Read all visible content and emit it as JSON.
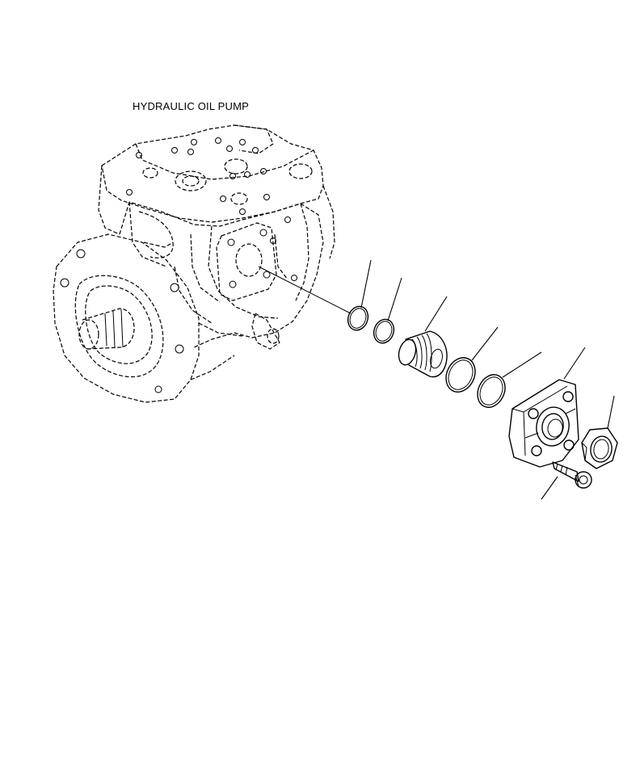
{
  "diagram": {
    "title": "HYDRAULIC OIL PUMP",
    "assembly": "hydraulic-oil-pump",
    "parts": [
      {
        "name": "o-ring-small-1",
        "icon": "o-ring-icon"
      },
      {
        "name": "o-ring-small-2",
        "icon": "o-ring-icon"
      },
      {
        "name": "threaded-plug-cartridge",
        "icon": "plug-icon"
      },
      {
        "name": "o-ring-large-1",
        "icon": "o-ring-icon"
      },
      {
        "name": "o-ring-large-2",
        "icon": "o-ring-icon"
      },
      {
        "name": "flange-block",
        "icon": "flange-icon"
      },
      {
        "name": "hex-nut",
        "icon": "nut-icon"
      },
      {
        "name": "socket-head-bolt",
        "icon": "bolt-icon"
      }
    ]
  }
}
